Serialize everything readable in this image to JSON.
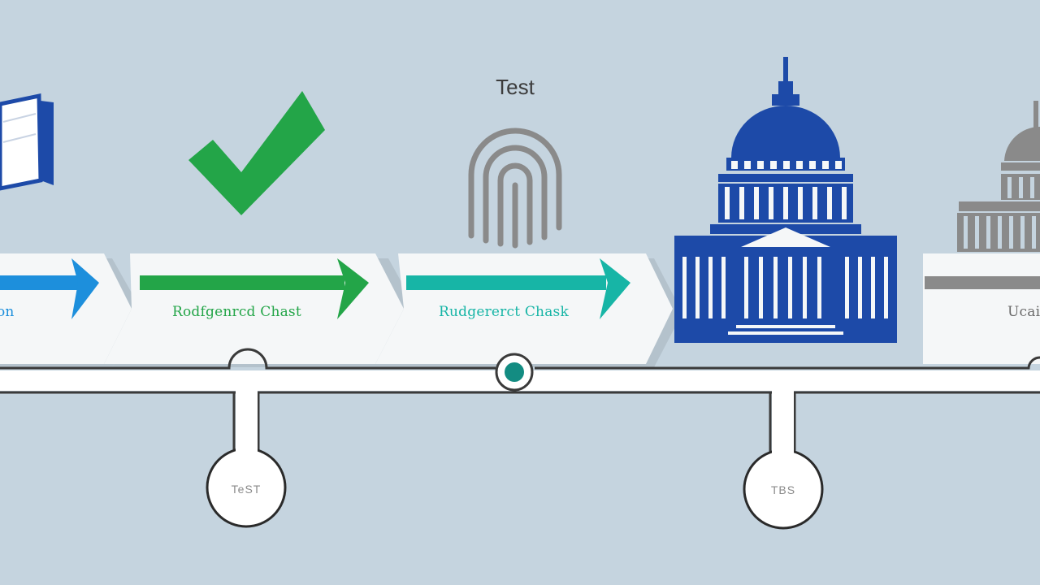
{
  "diagram": {
    "top_label": "Test",
    "chevrons": [
      {
        "label": "on",
        "arrow_color": "#1d8fdc",
        "text_color": "#1d8fdc"
      },
      {
        "label": "Rodfgenrcd Chast",
        "arrow_color": "#23a548",
        "text_color": "#23a548"
      },
      {
        "label": "Rudgererct Chask",
        "arrow_color": "#17b5a6",
        "text_color": "#17b5a6"
      },
      {
        "label": "Ucai",
        "arrow_color": "#8a8a8a",
        "text_color": "#6a6a6a"
      }
    ],
    "timeline_nodes": [
      {
        "label": "TeST"
      },
      {
        "label": "TBS"
      }
    ],
    "icons": [
      "book-icon",
      "checkmark-icon",
      "fingerprint-icon",
      "capitol-building-icon",
      "capitol-building-gray-icon"
    ],
    "colors": {
      "background": "#c5d4df",
      "blue": "#1d8fdc",
      "green": "#23a548",
      "teal": "#17b5a6",
      "navy": "#1d4aa8",
      "gray": "#8a8a8a"
    }
  }
}
